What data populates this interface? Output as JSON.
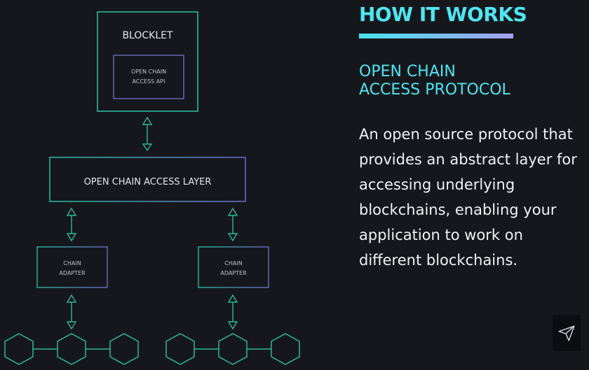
{
  "diagram": {
    "blocklet_label": "BLOCKLET",
    "api_box_line1": "OPEN CHAIN",
    "api_box_line2": "ACCESS API",
    "layer_label": "OPEN CHAIN ACCESS LAYER",
    "adapters": [
      {
        "line1": "CHAIN",
        "line2": "ADAPTER"
      },
      {
        "line1": "CHAIN",
        "line2": "ADAPTER"
      }
    ]
  },
  "panel": {
    "title": "HOW IT WORKS",
    "subtitle": "OPEN CHAIN\nACCESS PROTOCOL",
    "description": "An open source protocol that provides an abstract layer for accessing underlying blockchains, enabling your application to work on different blockchains."
  },
  "colors": {
    "background": "#16171c",
    "accent_cyan": "#4ee6f2",
    "accent_lavender": "#a3a0ee",
    "teal_stroke": "#2bb89a",
    "purple_stroke": "#6b6ac0"
  },
  "icons": {
    "send": "paper-plane-icon"
  }
}
